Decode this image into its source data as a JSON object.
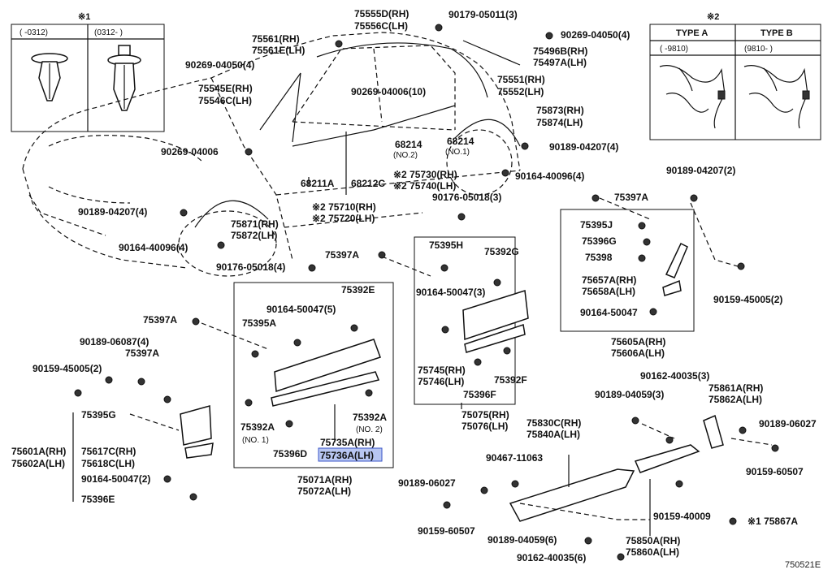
{
  "inset1": {
    "mark": "※1",
    "col_a": "(      -0312)",
    "col_b": "(0312-       )"
  },
  "inset2": {
    "mark": "※2",
    "type_a": "TYPE A",
    "type_b": "TYPE B",
    "range_a": "(      -9810)",
    "range_b": "(9810-       )"
  },
  "labels": {
    "l75555d": "75555D(RH)",
    "l75556c": "75556C(LH)",
    "l90179": "90179-05011(3)",
    "l75561": "75561(RH)",
    "l75561e": "75561E(LH)",
    "l90269a": "90269-04050(4)",
    "l90269b": "90269-04050(4)",
    "l75496b": "75496B(RH)",
    "l75497a": "75497A(LH)",
    "l75545e": "75545E(RH)",
    "l75546c": "75546C(LH)",
    "l90269c": "90269-04006(10)",
    "l75551": "75551(RH)",
    "l75552": "75552(LH)",
    "l75873": "75873(RH)",
    "l75874": "75874(LH)",
    "l90269d": "90269-04006",
    "l68214a": "68214",
    "l68214a_sub": "(NO.2)",
    "l68214b": "68214",
    "l68214b_sub": "(NO.1)",
    "l90189a": "90189-04207(4)",
    "l75730": "※2 75730(RH)",
    "l75740": "※2 75740(LH)",
    "l68211a": "68211A",
    "l68212c": "68212C",
    "l90164a": "90164-40096(4)",
    "l90176a": "90176-05018(3)",
    "l90189b": "90189-04207(2)",
    "l90189c": "90189-04207(4)",
    "l75710": "※2 75710(RH)",
    "l75720": "※2 75720(LH)",
    "l75397a_1": "75397A",
    "l75871": "75871(RH)",
    "l75872": "75872(LH)",
    "l75395j": "75395J",
    "l90164b": "90164-40096(4)",
    "l75396g": "75396G",
    "l75395h": "75395H",
    "l75392g": "75392G",
    "l75398": "75398",
    "l90176b": "90176-05018(4)",
    "l75397a_2": "75397A",
    "l90164c": "90164-50047(3)",
    "l75657a": "75657A(RH)",
    "l75658a": "75658A(LH)",
    "l90159a": "90159-45005(2)",
    "l75392e": "75392E",
    "l90164d": "90164-50047(5)",
    "l90164e": "90164-50047",
    "l75397a_3": "75397A",
    "l75395a": "75395A",
    "l75605a": "75605A(RH)",
    "l75606a": "75606A(LH)",
    "l90189d": "90189-06087(4)",
    "l75397a_4": "75397A",
    "l75745": "75745(RH)",
    "l75746": "75746(LH)",
    "l75392f": "75392F",
    "l90159b": "90159-45005(2)",
    "l90162a": "90162-40035(3)",
    "l75396f": "75396F",
    "l75861a": "75861A(RH)",
    "l75862a": "75862A(LH)",
    "l90189e": "90189-04059(3)",
    "l75075": "75075(RH)",
    "l75076": "75076(LH)",
    "l75395g": "75395G",
    "l75392a_1": "75392A",
    "l75392a_1sub": "(NO. 1)",
    "l75392a_2": "75392A",
    "l75392a_2sub": "(NO. 2)",
    "l90189f": "90189-06027",
    "l75830c": "75830C(RH)",
    "l75840a": "75840A(LH)",
    "l75601a": "75601A(RH)",
    "l75602a": "75602A(LH)",
    "l75617c": "75617C(RH)",
    "l75618c": "75618C(LH)",
    "l75735a": "75735A(RH)",
    "l75736a": "75736A(LH)",
    "l75396d": "75396D",
    "l90467": "90467-11063",
    "l90159c": "90159-60507",
    "l90164f": "90164-50047(2)",
    "l90189g": "90189-06027",
    "l75071a": "75071A(RH)",
    "l75072a": "75072A(LH)",
    "l75396e": "75396E",
    "l90159d": "90159-40009",
    "l75867a": "※1 75867A",
    "l90159e": "90159-60507",
    "l90189h": "90189-04059(6)",
    "l75850a": "75850A(RH)",
    "l75860a": "75860A(LH)",
    "l90162b": "90162-40035(6)",
    "code": "750521E"
  }
}
